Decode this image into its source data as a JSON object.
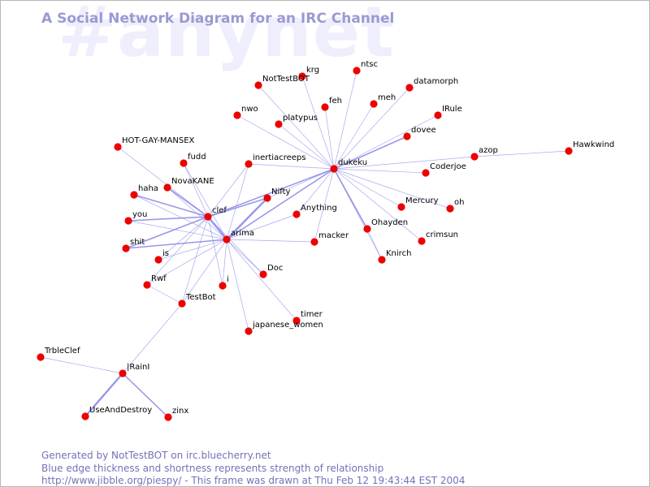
{
  "watermark": "#anynet",
  "title": "A Social Network Diagram for an IRC Channel",
  "footer": {
    "line1": "Generated by NotTestBOT on irc.bluecherry.net",
    "line2": "Blue edge thickness and shortness represents strength of relationship",
    "line3": "http://www.jibble.org/piespy/ - This frame was drawn at Thu Feb 12 19:43:44 EST 2004"
  },
  "colors": {
    "node": "#ee0000",
    "edge": "#8c8ce8",
    "title": "#9a9ad2",
    "watermark": "#eeeefc",
    "footer": "#7272ba"
  },
  "nodes": [
    {
      "id": "dukeku",
      "label": "dukeku"
    },
    {
      "id": "clef",
      "label": "clef"
    },
    {
      "id": "arima",
      "label": "arima"
    },
    {
      "id": "krg",
      "label": "krg"
    },
    {
      "id": "NotTestBOT",
      "label": "NotTestBOT"
    },
    {
      "id": "ntsc",
      "label": "ntsc"
    },
    {
      "id": "datamorph",
      "label": "datamorph"
    },
    {
      "id": "nwo",
      "label": "nwo"
    },
    {
      "id": "feh",
      "label": "feh"
    },
    {
      "id": "meh",
      "label": "meh"
    },
    {
      "id": "platypus",
      "label": "platypus"
    },
    {
      "id": "IRule",
      "label": "IRule"
    },
    {
      "id": "dovee",
      "label": "dovee"
    },
    {
      "id": "HOT-GAY-MANSEX",
      "label": "HOT-GAY-MANSEX"
    },
    {
      "id": "fudd",
      "label": "fudd"
    },
    {
      "id": "inertiacreeps",
      "label": "inertiacreeps"
    },
    {
      "id": "azop",
      "label": "azop"
    },
    {
      "id": "Hawkwind",
      "label": "Hawkwind"
    },
    {
      "id": "Coderjoe",
      "label": "Coderjoe"
    },
    {
      "id": "NovaKANE",
      "label": "NovaKANE"
    },
    {
      "id": "haha",
      "label": "haha"
    },
    {
      "id": "Nifty",
      "label": "Nifty"
    },
    {
      "id": "Mercury",
      "label": "Mercury"
    },
    {
      "id": "oh",
      "label": "oh"
    },
    {
      "id": "Anything",
      "label": "Anything"
    },
    {
      "id": "you",
      "label": "you"
    },
    {
      "id": "Ohayden",
      "label": "Ohayden"
    },
    {
      "id": "crimsun",
      "label": "crimsun"
    },
    {
      "id": "shit",
      "label": "shit"
    },
    {
      "id": "macker",
      "label": "macker"
    },
    {
      "id": "is",
      "label": "is"
    },
    {
      "id": "Knirch",
      "label": "Knirch"
    },
    {
      "id": "Doc",
      "label": "Doc"
    },
    {
      "id": "Rwf",
      "label": "Rwf"
    },
    {
      "id": "i",
      "label": "i"
    },
    {
      "id": "TestBot",
      "label": "TestBot"
    },
    {
      "id": "timer",
      "label": "timer"
    },
    {
      "id": "japanese_women",
      "label": "japanese_women"
    },
    {
      "id": "TrbleClef",
      "label": "TrbleClef"
    },
    {
      "id": "IRainI",
      "label": "|RainI"
    },
    {
      "id": "UseAndDestroy",
      "label": "UseAndDestroy"
    },
    {
      "id": "zinx",
      "label": "zinx"
    }
  ],
  "edges": [
    {
      "source": "dukeku",
      "target": "krg",
      "weight": 1
    },
    {
      "source": "dukeku",
      "target": "NotTestBOT",
      "weight": 1
    },
    {
      "source": "dukeku",
      "target": "ntsc",
      "weight": 1
    },
    {
      "source": "dukeku",
      "target": "datamorph",
      "weight": 1
    },
    {
      "source": "dukeku",
      "target": "nwo",
      "weight": 1
    },
    {
      "source": "dukeku",
      "target": "feh",
      "weight": 1
    },
    {
      "source": "dukeku",
      "target": "meh",
      "weight": 1
    },
    {
      "source": "dukeku",
      "target": "platypus",
      "weight": 1
    },
    {
      "source": "dukeku",
      "target": "IRule",
      "weight": 1
    },
    {
      "source": "dukeku",
      "target": "dovee",
      "weight": 2
    },
    {
      "source": "dukeku",
      "target": "inertiacreeps",
      "weight": 1
    },
    {
      "source": "dukeku",
      "target": "azop",
      "weight": 1
    },
    {
      "source": "dukeku",
      "target": "Coderjoe",
      "weight": 1
    },
    {
      "source": "dukeku",
      "target": "Mercury",
      "weight": 1
    },
    {
      "source": "dukeku",
      "target": "oh",
      "weight": 1
    },
    {
      "source": "dukeku",
      "target": "Ohayden",
      "weight": 2
    },
    {
      "source": "dukeku",
      "target": "crimsun",
      "weight": 1
    },
    {
      "source": "dukeku",
      "target": "Knirch",
      "weight": 1
    },
    {
      "source": "dukeku",
      "target": "Anything",
      "weight": 1
    },
    {
      "source": "dukeku",
      "target": "macker",
      "weight": 1
    },
    {
      "source": "dukeku",
      "target": "Nifty",
      "weight": 1
    },
    {
      "source": "dukeku",
      "target": "clef",
      "weight": 2
    },
    {
      "source": "dukeku",
      "target": "arima",
      "weight": 2
    },
    {
      "source": "azop",
      "target": "Hawkwind",
      "weight": 1
    },
    {
      "source": "Ohayden",
      "target": "Knirch",
      "weight": 1
    },
    {
      "source": "clef",
      "target": "HOT-GAY-MANSEX",
      "weight": 1
    },
    {
      "source": "clef",
      "target": "fudd",
      "weight": 1
    },
    {
      "source": "clef",
      "target": "NovaKANE",
      "weight": 2
    },
    {
      "source": "clef",
      "target": "haha",
      "weight": 2
    },
    {
      "source": "clef",
      "target": "you",
      "weight": 2
    },
    {
      "source": "clef",
      "target": "shit",
      "weight": 2
    },
    {
      "source": "clef",
      "target": "is",
      "weight": 1
    },
    {
      "source": "clef",
      "target": "Rwf",
      "weight": 1
    },
    {
      "source": "clef",
      "target": "i",
      "weight": 1
    },
    {
      "source": "clef",
      "target": "TestBot",
      "weight": 1
    },
    {
      "source": "clef",
      "target": "arima",
      "weight": 3
    },
    {
      "source": "clef",
      "target": "Nifty",
      "weight": 2
    },
    {
      "source": "clef",
      "target": "inertiacreeps",
      "weight": 1
    },
    {
      "source": "clef",
      "target": "Doc",
      "weight": 1
    },
    {
      "source": "arima",
      "target": "NovaKANE",
      "weight": 1
    },
    {
      "source": "arima",
      "target": "fudd",
      "weight": 1
    },
    {
      "source": "arima",
      "target": "haha",
      "weight": 1
    },
    {
      "source": "arima",
      "target": "you",
      "weight": 1
    },
    {
      "source": "arima",
      "target": "shit",
      "weight": 2
    },
    {
      "source": "arima",
      "target": "is",
      "weight": 1
    },
    {
      "source": "arima",
      "target": "Rwf",
      "weight": 1
    },
    {
      "source": "arima",
      "target": "i",
      "weight": 1
    },
    {
      "source": "arima",
      "target": "TestBot",
      "weight": 1
    },
    {
      "source": "arima",
      "target": "Nifty",
      "weight": 3
    },
    {
      "source": "arima",
      "target": "Anything",
      "weight": 1
    },
    {
      "source": "arima",
      "target": "macker",
      "weight": 1
    },
    {
      "source": "arima",
      "target": "Doc",
      "weight": 1
    },
    {
      "source": "arima",
      "target": "timer",
      "weight": 1
    },
    {
      "source": "arima",
      "target": "japanese_women",
      "weight": 1
    },
    {
      "source": "arima",
      "target": "inertiacreeps",
      "weight": 1
    },
    {
      "source": "Rwf",
      "target": "TestBot",
      "weight": 1
    },
    {
      "source": "TestBot",
      "target": "IRainI",
      "weight": 1
    },
    {
      "source": "TrbleClef",
      "target": "IRainI",
      "weight": 1
    },
    {
      "source": "IRainI",
      "target": "UseAndDestroy",
      "weight": 3
    },
    {
      "source": "IRainI",
      "target": "zinx",
      "weight": 2
    }
  ]
}
